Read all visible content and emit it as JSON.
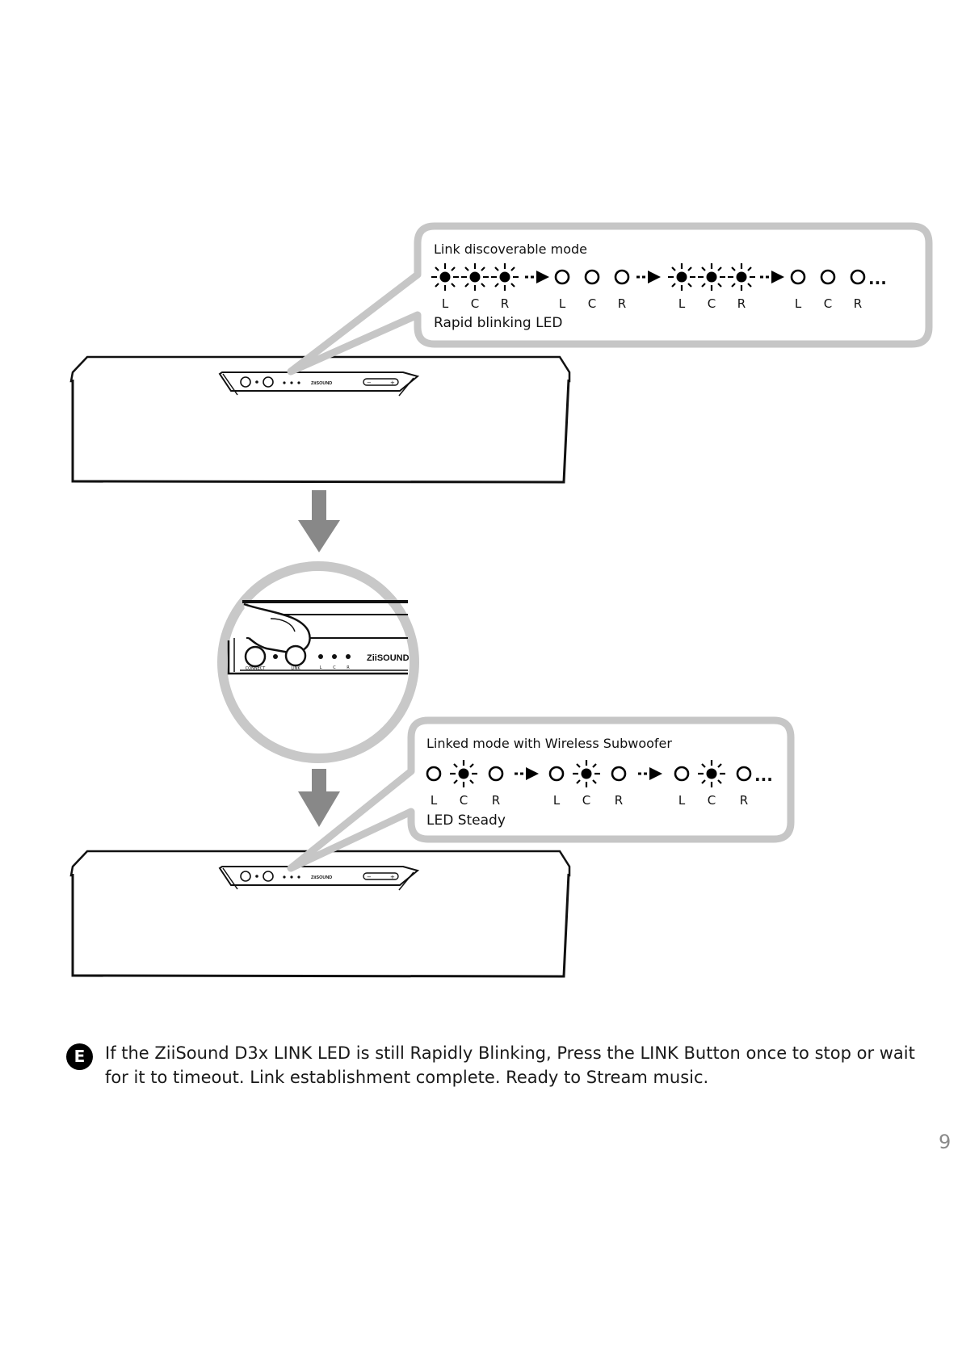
{
  "callout_top": {
    "title": "Link discoverable mode",
    "subtitle": "Rapid blinking LED",
    "led_labels": [
      "L",
      "C",
      "R"
    ],
    "ellipsis": "..."
  },
  "callout_bottom": {
    "title": "Linked mode with Wireless Subwoofer",
    "subtitle": "LED Steady",
    "led_labels": [
      "L",
      "C",
      "R"
    ],
    "ellipsis": "..."
  },
  "panel": {
    "brand": "ZiiSOUND",
    "connect_label": "CONNECT",
    "link_label": "LINK",
    "volume_minus": "−",
    "volume_plus": "+"
  },
  "step": {
    "badge": "E",
    "text": "If the ZiiSound D3x LINK LED is still Rapidly Blinking, Press the LINK Button once to stop or wait for it to timeout. Link establishment complete. Ready to Stream music."
  },
  "page_number": "9"
}
